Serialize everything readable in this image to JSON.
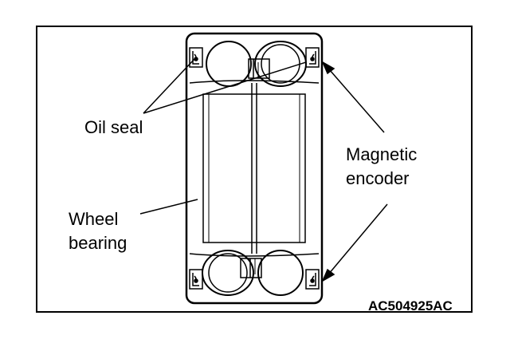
{
  "labels": {
    "oil_seal": "Oil seal",
    "magnetic_encoder_line1": "Magnetic",
    "magnetic_encoder_line2": "encoder",
    "wheel_bearing_line1": "Wheel",
    "wheel_bearing_line2": "bearing"
  },
  "figure_code": "AC504925AC",
  "colors": {
    "line": "#000000",
    "background": "#ffffff"
  }
}
